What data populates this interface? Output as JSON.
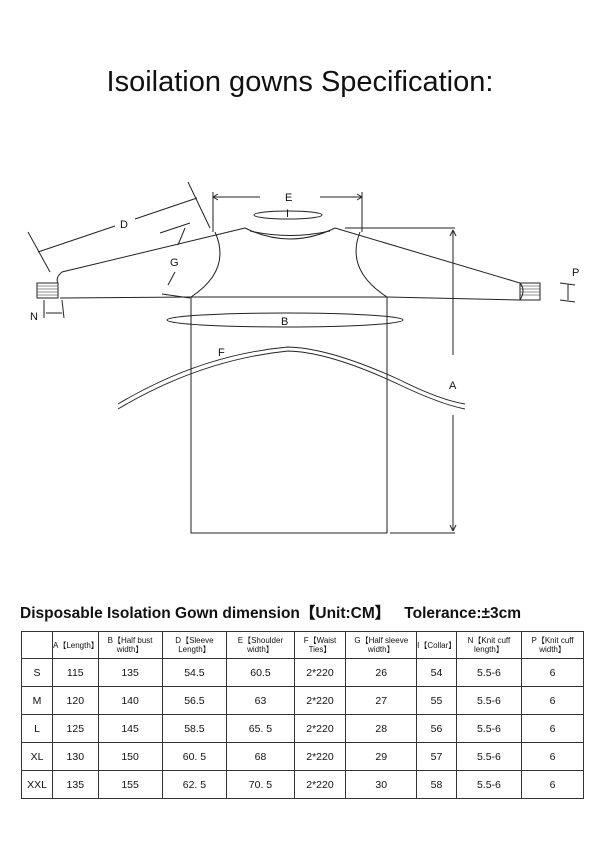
{
  "title": "Isoilation gowns Specification:",
  "diagram": {
    "labels": {
      "A": "A",
      "B": "B",
      "D": "D",
      "E": "E",
      "F": "F",
      "G": "G",
      "I": "I",
      "N": "N",
      "P": "P"
    }
  },
  "table": {
    "title": "Disposable Isolation Gown dimension【Unit:CM】",
    "tolerance": "Tolerance:±3cm",
    "headers": [
      "",
      "A【Length】",
      "B【Half bust width】",
      "D【Sleeve Length】",
      "E【Shoulder width】",
      "F【Waist Ties】",
      "G【Half sleeve width】",
      "I【Collar】",
      "N【Knit cuff length】",
      "P【Knit cuff width】"
    ],
    "rows": [
      [
        "S",
        "115",
        "135",
        "54.5",
        "60.5",
        "2*220",
        "26",
        "54",
        "5.5-6",
        "6"
      ],
      [
        "M",
        "120",
        "140",
        "56.5",
        "63",
        "2*220",
        "27",
        "55",
        "5.5-6",
        "6"
      ],
      [
        "L",
        "125",
        "145",
        "58.5",
        "65. 5",
        "2*220",
        "28",
        "56",
        "5.5-6",
        "6"
      ],
      [
        "XL",
        "130",
        "150",
        "60. 5",
        "68",
        "2*220",
        "29",
        "57",
        "5.5-6",
        "6"
      ],
      [
        "XXL",
        "135",
        "155",
        "62. 5",
        "70. 5",
        "2*220",
        "30",
        "58",
        "5.5-6",
        "6"
      ]
    ]
  }
}
